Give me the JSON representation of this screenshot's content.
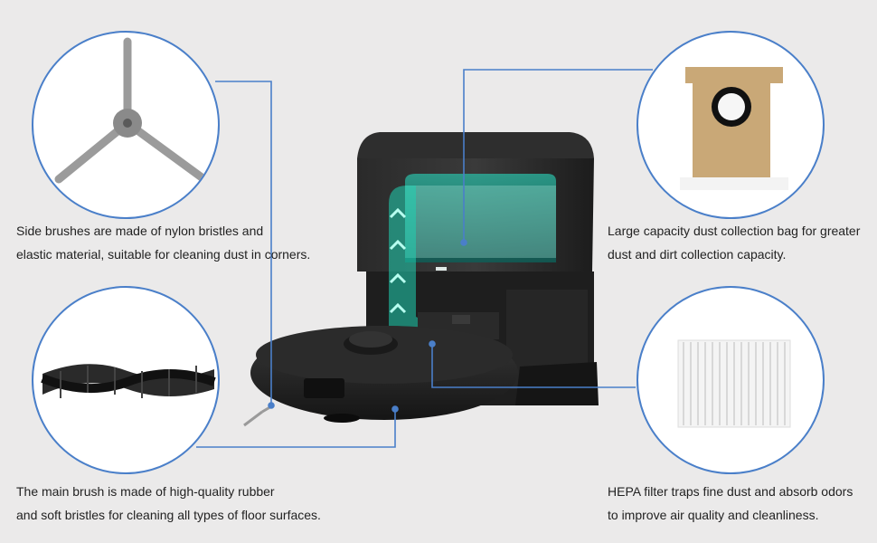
{
  "features": {
    "side_brush": {
      "line1": "Side brushes are made of nylon bristles and",
      "line2": "elastic material, suitable for cleaning dust in corners."
    },
    "main_brush": {
      "line1": "The main brush is made of high-quality rubber",
      "line2": "and soft bristles for cleaning all types of floor surfaces."
    },
    "dust_bag": {
      "line1": "Large capacity dust collection bag for greater",
      "line2": "dust and dirt collection capacity."
    },
    "hepa_filter": {
      "line1": "HEPA filter traps fine dust and absorb odors",
      "line2": "to improve air quality and cleanliness."
    }
  },
  "colors": {
    "background": "#ebeaea",
    "callout_line": "#4a7fc9",
    "airflow": "#1fd1b3",
    "bag_paper": "#c9a877"
  },
  "icons": {
    "side_brush": "side-brush-icon",
    "main_brush": "roller-brush-icon",
    "dust_bag": "dust-bag-icon",
    "hepa_filter": "hepa-filter-icon",
    "product": "robot-vacuum-with-base-station"
  }
}
